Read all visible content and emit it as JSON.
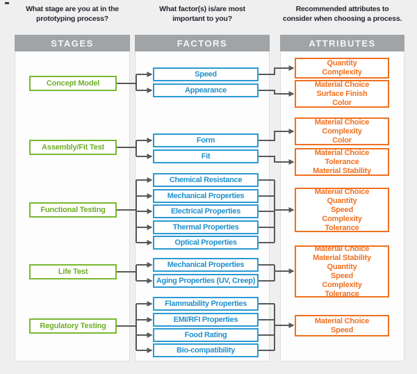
{
  "columns": [
    {
      "question": [
        "What stage are you at in the",
        "prototyping process?"
      ],
      "header": "STAGES"
    },
    {
      "question": [
        "What factor(s) is/are most",
        "important to you?"
      ],
      "header": "FACTORS"
    },
    {
      "question": [
        "Recommended attributes to",
        "consider when choosing a process."
      ],
      "header": "ATTRIBUTES"
    }
  ],
  "colors": {
    "stage_green": "#79b830",
    "factor_blue": "#2b9ad3",
    "attribute_orange": "#f1701f",
    "header_gray": "#a1a4a6",
    "connector_gray": "#58595b",
    "background": "#efeff0"
  },
  "sections": [
    {
      "stage": "Concept Model",
      "factors": [
        "Speed",
        "Appearance"
      ],
      "attributes": [
        [
          "Quantity",
          "Complexity"
        ],
        [
          "Material Choice",
          "Surface Finish",
          "Color"
        ]
      ]
    },
    {
      "stage": "Assembly/Fit Test",
      "factors": [
        "Form",
        "Fit"
      ],
      "attributes": [
        [
          "Material Choice",
          "Complexity",
          "Color"
        ],
        [
          "Material Choice",
          "Tolerance",
          "Material Stability"
        ]
      ]
    },
    {
      "stage": "Functional Testing",
      "factors": [
        "Chemical Resistance",
        "Mechanical Properties",
        "Electrical Properties",
        "Thermal Properties",
        "Optical Properties"
      ],
      "attributes": [
        [
          "Material Choice",
          "Quantity",
          "Speed",
          "Complexity",
          "Tolerance"
        ]
      ]
    },
    {
      "stage": "Life Test",
      "factors": [
        "Mechanical Properties",
        "Aging Properties (UV, Creep)"
      ],
      "attributes": [
        [
          "Material Choice",
          "Material Stability",
          "Quantity",
          "Speed",
          "Complexity",
          "Tolerance"
        ]
      ]
    },
    {
      "stage": "Regulatory Testing",
      "factors": [
        "Flammability Properties",
        "EMI/RFI Properties",
        "Food Rating",
        "Bio-compatibility"
      ],
      "attributes": [
        [
          "Material Choice",
          "Speed"
        ]
      ]
    }
  ]
}
